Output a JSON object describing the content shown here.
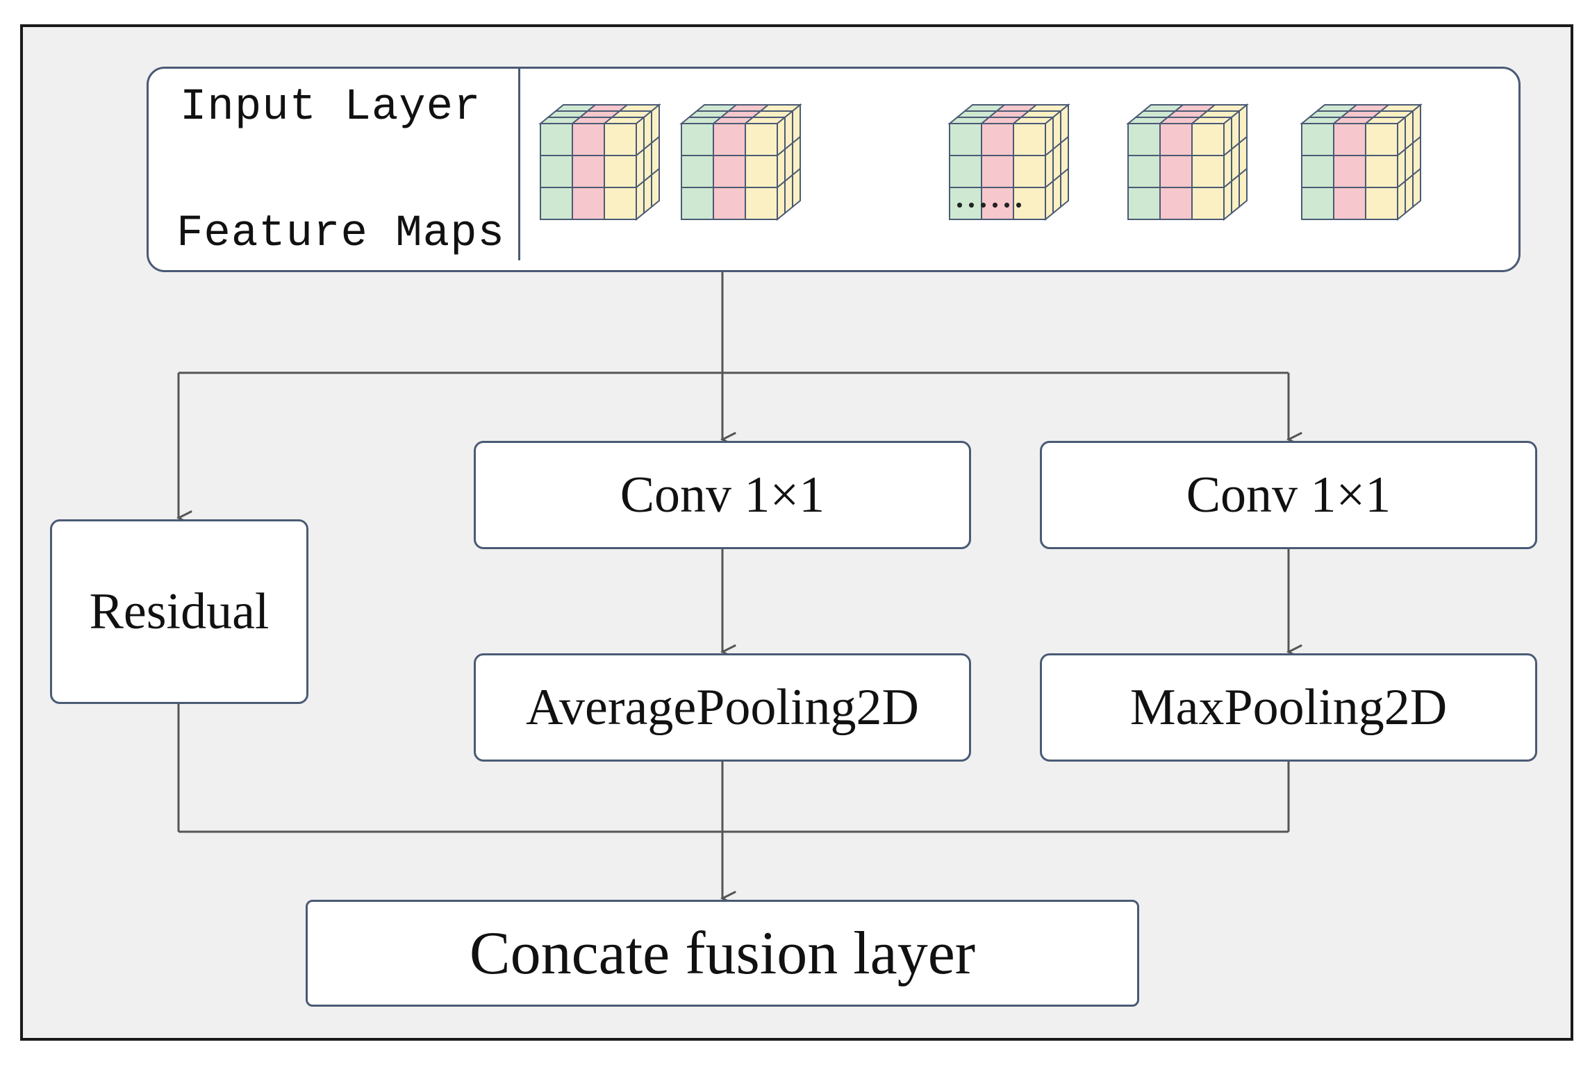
{
  "input_layer": {
    "label": "Input Layer",
    "sublabel": "Feature Maps",
    "ellipsis": "......"
  },
  "branches": {
    "residual": "Residual",
    "conv_left": "Conv 1×1",
    "conv_right": "Conv 1×1",
    "avg_pool": "AveragePooling2D",
    "max_pool": "MaxPooling2D"
  },
  "output": {
    "label": "Concate fusion layer"
  },
  "colors": {
    "panel_bg": "#f0f0f0",
    "box_border": "#4a5a75",
    "line": "#555555",
    "cube_green": "#cfe8d2",
    "cube_pink": "#f6c7cc",
    "cube_yellow": "#fbf0c3"
  }
}
